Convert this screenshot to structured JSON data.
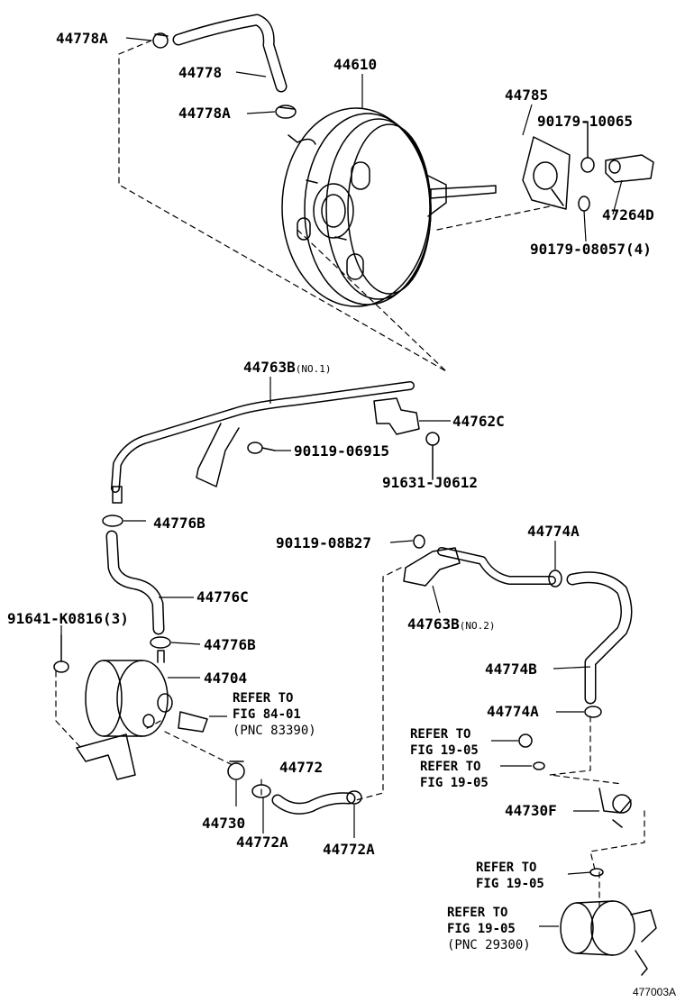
{
  "parts": {
    "p44778A_top": "44778A",
    "p44778": "44778",
    "p44778A_mid": "44778A",
    "p44610": "44610",
    "p44785": "44785",
    "p90179_10065": "90179-10065",
    "p47264D": "47264D",
    "p90179_08057": "90179-08057(4)",
    "p44763B_no1": "44763B",
    "p44763B_no1_note": "(NO.1)",
    "p44762C": "44762C",
    "p90119_06915": "90119-06915",
    "p91631_J0612": "91631-J0612",
    "p44776B_top": "44776B",
    "p44776C": "44776C",
    "p90119_08B27": "90119-08B27",
    "p44774A_top": "44774A",
    "p44763B_no2": "44763B",
    "p44763B_no2_note": "(NO.2)",
    "p91641_K0816": "91641-K0816(3)",
    "p44776B_bot": "44776B",
    "p44704": "44704",
    "p44774B": "44774B",
    "p44774A_bot": "44774A",
    "p44772": "44772",
    "p44730": "44730",
    "p44772A_left": "44772A",
    "p44772A_right": "44772A",
    "p44730F": "44730F"
  },
  "refs": {
    "r1_l1": "REFER TO",
    "r1_l2": "FIG 84-01",
    "r1_l3": "(PNC 83390)",
    "r2_l1": "REFER TO",
    "r2_l2": "FIG 19-05",
    "r3_l1": "REFER TO",
    "r3_l2": "FIG 19-05",
    "r4_l1": "REFER TO",
    "r4_l2": "FIG 19-05",
    "r5_l1": "REFER TO",
    "r5_l2": "FIG 19-05",
    "r5_l3": "(PNC 29300)"
  },
  "illustration_code": "477003A"
}
